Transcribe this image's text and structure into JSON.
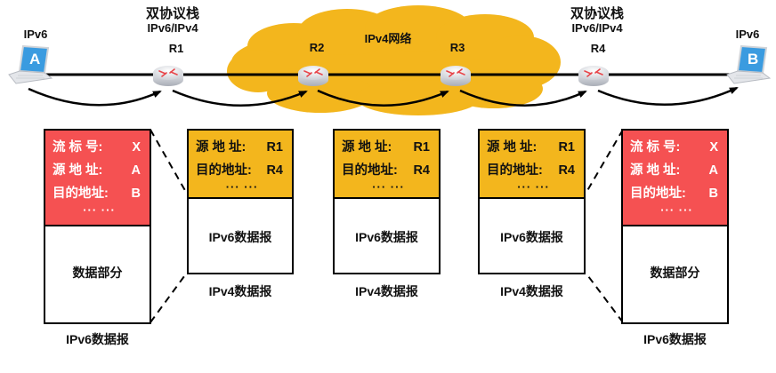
{
  "topology": {
    "cloud_label": "IPv4网络",
    "dual_stack_label": "双协议栈",
    "dual_stack_proto": "IPv6/IPv4",
    "hosts": [
      {
        "id": "A",
        "proto": "IPv6"
      },
      {
        "id": "B",
        "proto": "IPv6"
      }
    ],
    "routers": [
      "R1",
      "R2",
      "R3",
      "R4"
    ],
    "colors": {
      "cloud": "#f3b61d",
      "ipv6_header": "#f55152",
      "ipv4_header": "#f3b61d",
      "laptop_screen": "#3a9be0"
    }
  },
  "packets": {
    "ipv6_left": {
      "fields": [
        {
          "key": "流 标 号:",
          "value": "X"
        },
        {
          "key": "源 地 址:",
          "value": "A"
        },
        {
          "key": "目的地址:",
          "value": "B"
        }
      ],
      "ellipsis": "··· ···",
      "body": "数据部分",
      "caption": "IPv6数据报"
    },
    "ipv4_1": {
      "fields": [
        {
          "key": "源 地 址:",
          "value": "R1"
        },
        {
          "key": "目的地址:",
          "value": "R4"
        }
      ],
      "ellipsis": "··· ···",
      "body": "IPv6数据报",
      "caption": "IPv4数据报"
    },
    "ipv4_2": {
      "fields": [
        {
          "key": "源 地 址:",
          "value": "R1"
        },
        {
          "key": "目的地址:",
          "value": "R4"
        }
      ],
      "ellipsis": "··· ···",
      "body": "IPv6数据报",
      "caption": "IPv4数据报"
    },
    "ipv4_3": {
      "fields": [
        {
          "key": "源 地 址:",
          "value": "R1"
        },
        {
          "key": "目的地址:",
          "value": "R4"
        }
      ],
      "ellipsis": "··· ···",
      "body": "IPv6数据报",
      "caption": "IPv4数据报"
    },
    "ipv6_right": {
      "fields": [
        {
          "key": "流 标 号:",
          "value": "X"
        },
        {
          "key": "源 地 址:",
          "value": "A"
        },
        {
          "key": "目的地址:",
          "value": "B"
        }
      ],
      "ellipsis": "··· ···",
      "body": "数据部分",
      "caption": "IPv6数据报"
    }
  }
}
